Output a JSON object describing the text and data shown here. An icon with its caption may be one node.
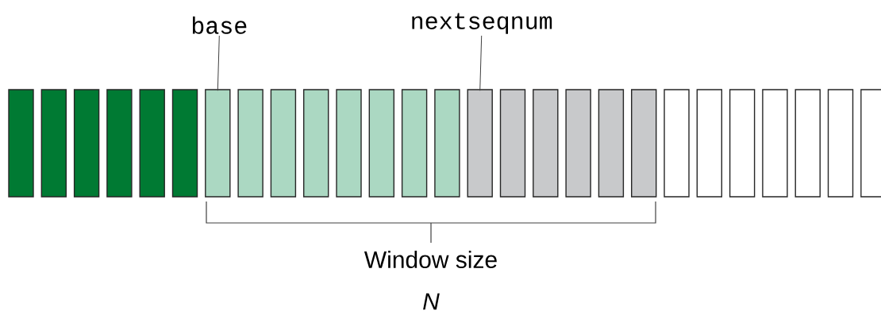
{
  "diagram": {
    "nodes": [
      {
        "text": [
          "base"
        ]
      },
      {
        "text": [
          "nextseqnum"
        ]
      },
      {
        "text": [],
        "shape": "box"
      },
      {
        "text": [],
        "shape": "box"
      },
      {
        "text": [],
        "shape": "box"
      },
      {
        "text": [],
        "shape": "box"
      },
      {
        "text": [],
        "shape": "box"
      },
      {
        "text": [],
        "shape": "box"
      },
      {
        "text": [],
        "shape": "box"
      },
      {
        "text": [],
        "shape": "box"
      },
      {
        "text": [],
        "shape": "box"
      },
      {
        "text": [],
        "shape": "box"
      },
      {
        "text": [],
        "shape": "box"
      },
      {
        "text": [],
        "shape": "box"
      },
      {
        "text": [],
        "shape": "box"
      },
      {
        "text": [],
        "shape": "box"
      },
      {
        "text": [],
        "shape": "box"
      },
      {
        "text": [],
        "shape": "box"
      },
      {
        "text": [],
        "shape": "box"
      },
      {
        "text": [],
        "shape": "box"
      },
      {
        "text": [],
        "shape": "box"
      },
      {
        "text": [],
        "shape": "box"
      },
      {
        "text": [],
        "shape": "box"
      },
      {
        "text": [],
        "shape": "box"
      },
      {
        "text": [],
        "shape": "box"
      },
      {
        "text": [],
        "shape": "box"
      },
      {
        "text": [],
        "shape": "box"
      },
      {
        "text": [],
        "shape": "box"
      },
      {
        "text": [],
        "shape": "box"
      }
    ],
    "edges": [
      {
        "from": 0,
        "to": 8,
        "arrow": "none"
      },
      {
        "from": 1,
        "to": 16,
        "arrow": "none"
      }
    ],
    "labels": [
      "Window size",
      "N"
    ]
  }
}
